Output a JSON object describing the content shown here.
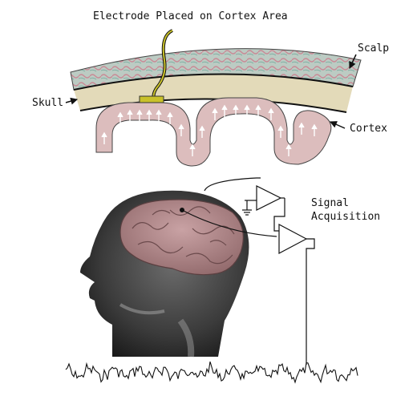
{
  "labels": {
    "electrode": "Electrode Placed on Cortex Area",
    "scalp": "Scalp",
    "skull": "Skull",
    "cortex": "Cortex",
    "signal_line1": "Signal",
    "signal_line2": "Acquisition"
  },
  "colors": {
    "scalp": "#b9c7bf",
    "skull": "#e2d9b8",
    "cortex": "#dcbcbc",
    "electrode": "#c8c020",
    "brain": "#b58c8e",
    "head": "#3a3a3a"
  }
}
